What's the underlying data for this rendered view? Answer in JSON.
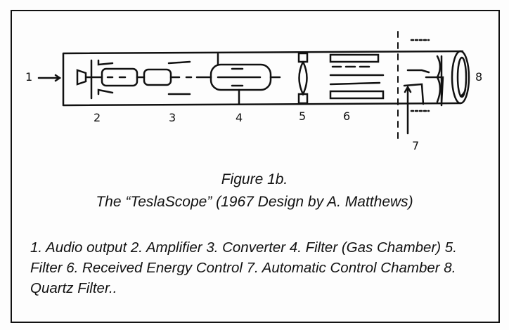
{
  "diagram": {
    "labels": [
      "1",
      "2",
      "3",
      "4",
      "5",
      "6",
      "7",
      "8"
    ]
  },
  "caption": {
    "figure": "Figure 1b.",
    "title": "The “TeslaScope” (1967 Design by A. Matthews)"
  },
  "legend": "1. Audio output 2. Amplifier 3. Converter 4. Filter (Gas Chamber) 5. Filter 6. Received Energy Control 7. Automatic Control Chamber 8. Quartz Filter.."
}
